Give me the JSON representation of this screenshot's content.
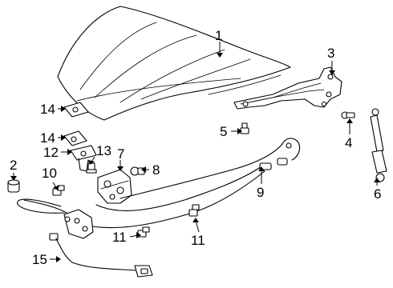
{
  "callouts": [
    {
      "id": "c1",
      "text": "1"
    },
    {
      "id": "c2",
      "text": "2"
    },
    {
      "id": "c3",
      "text": "3"
    },
    {
      "id": "c4",
      "text": "4"
    },
    {
      "id": "c5",
      "text": "5"
    },
    {
      "id": "c6",
      "text": "6"
    },
    {
      "id": "c7",
      "text": "7"
    },
    {
      "id": "c8",
      "text": "8"
    },
    {
      "id": "c9",
      "text": "9"
    },
    {
      "id": "c10",
      "text": "10"
    },
    {
      "id": "c11a",
      "text": "11"
    },
    {
      "id": "c11b",
      "text": "11"
    },
    {
      "id": "c12",
      "text": "12"
    },
    {
      "id": "c13",
      "text": "13"
    },
    {
      "id": "c14a",
      "text": "14"
    },
    {
      "id": "c14b",
      "text": "14"
    },
    {
      "id": "c15",
      "text": "15"
    }
  ]
}
